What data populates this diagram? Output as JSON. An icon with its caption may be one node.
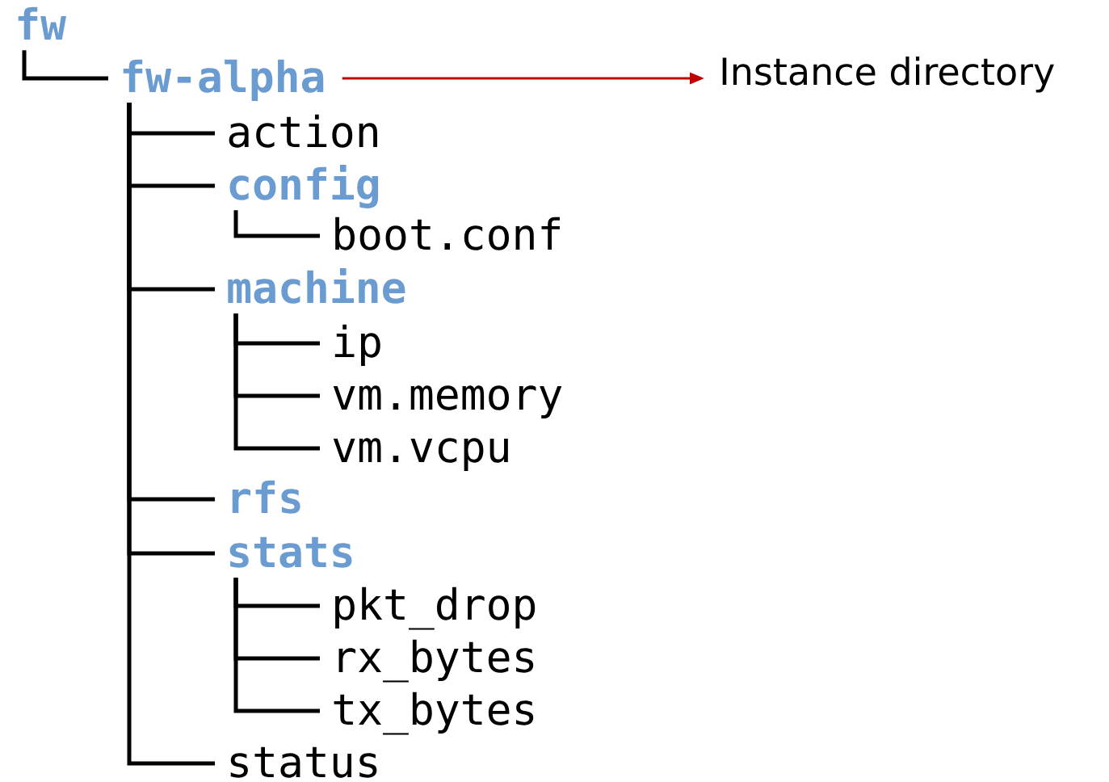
{
  "diagram": {
    "nodes": [
      {
        "text": [
          "fw"
        ]
      },
      {
        "text": [
          "fw-alpha"
        ]
      },
      {
        "text": [
          "action"
        ]
      },
      {
        "text": [
          "config"
        ]
      },
      {
        "text": [
          "boot.conf"
        ]
      },
      {
        "text": [
          "machine"
        ]
      },
      {
        "text": [
          "ip"
        ]
      },
      {
        "text": [
          "vm.memory"
        ]
      },
      {
        "text": [
          "vm.vcpu"
        ]
      },
      {
        "text": [
          "rfs"
        ]
      },
      {
        "text": [
          "stats"
        ]
      },
      {
        "text": [
          "pkt_drop"
        ]
      },
      {
        "text": [
          "rx_bytes"
        ]
      },
      {
        "text": [
          "tx_bytes"
        ]
      },
      {
        "text": [
          "status"
        ]
      },
      {
        "text": [
          "Instance directory"
        ]
      }
    ],
    "edges": [
      {
        "from": 0,
        "to": 1,
        "arrow": "none"
      },
      {
        "from": 1,
        "to": 2,
        "arrow": "none"
      },
      {
        "from": 1,
        "to": 3,
        "arrow": "none"
      },
      {
        "from": 3,
        "to": 4,
        "arrow": "none"
      },
      {
        "from": 1,
        "to": 5,
        "arrow": "none"
      },
      {
        "from": 5,
        "to": 6,
        "arrow": "none"
      },
      {
        "from": 5,
        "to": 7,
        "arrow": "none"
      },
      {
        "from": 5,
        "to": 8,
        "arrow": "none"
      },
      {
        "from": 1,
        "to": 9,
        "arrow": "none"
      },
      {
        "from": 1,
        "to": 10,
        "arrow": "none"
      },
      {
        "from": 10,
        "to": 11,
        "arrow": "none"
      },
      {
        "from": 10,
        "to": 12,
        "arrow": "none"
      },
      {
        "from": 10,
        "to": 13,
        "arrow": "none"
      },
      {
        "from": 1,
        "to": 14,
        "arrow": "none"
      },
      {
        "from": 1,
        "to": 15,
        "arrow": "to",
        "color": "#c00000"
      }
    ]
  }
}
